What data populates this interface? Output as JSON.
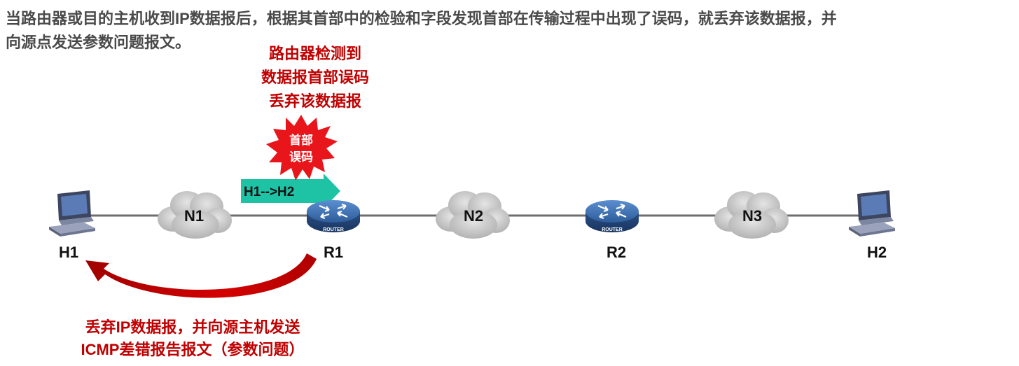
{
  "description": {
    "line1": "当路由器或目的主机收到IP数据报后，根据其首部中的检验和字段发现首部在传输过程中出现了误码，就丢弃该数据报，并",
    "line2": "向源点发送参数问题报文。"
  },
  "callout": {
    "line1": "路由器检测到",
    "line2": "数据报首部误码",
    "line3": "丢弃该数据报"
  },
  "burst": {
    "line1": "首部",
    "line2": "误码"
  },
  "packet": {
    "label": "H1-->H2"
  },
  "nodes": {
    "h1": "H1",
    "r1": "R1",
    "r2": "R2",
    "h2": "H2",
    "router_tag": "ROUTER"
  },
  "networks": {
    "n1": "N1",
    "n2": "N2",
    "n3": "N3"
  },
  "bottom_note": {
    "line1": "丢弃IP数据报，并向源主机发送",
    "line2": "ICMP差错报告报文（参数问题）"
  },
  "colors": {
    "emphasis_red": "#c00000",
    "packet_teal": "#1ec3a6",
    "burst_red": "#e8151b",
    "router_blue": "#2f5f9e",
    "cloud_gray": "#c8c8c8"
  }
}
